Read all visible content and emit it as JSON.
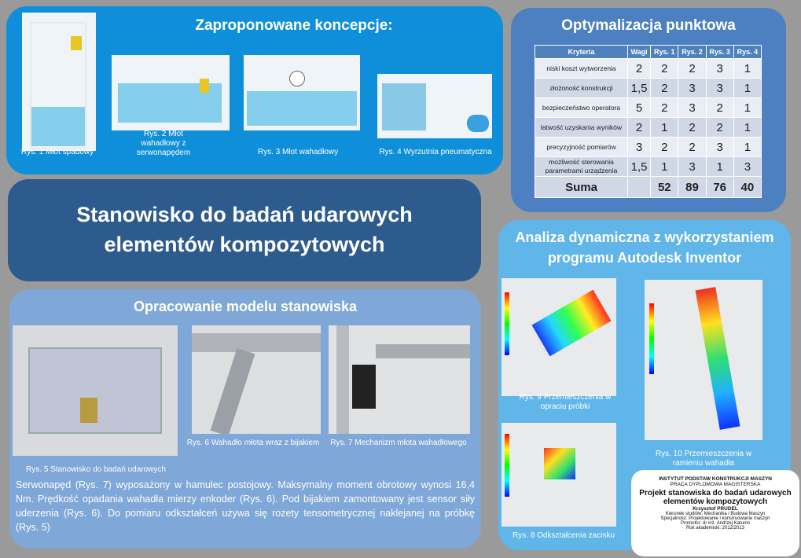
{
  "concepts": {
    "title": "Zaproponowane koncepcje:",
    "captions": [
      "Rys. 1 Młot spadowy",
      "Rys. 2 Młot wahadłowy z serwonapędem",
      "Rys. 3 Młot wahadłowy",
      "Rys. 4 Wyrzutnia pneumatyczna"
    ]
  },
  "optim": {
    "title": "Optymalizacja punktowa",
    "headers": [
      "Kryteria",
      "Wagi",
      "Rys. 1",
      "Rys. 2",
      "Rys. 3",
      "Rys. 4"
    ],
    "rows": [
      [
        "niski koszt wytworzenia",
        "2",
        "2",
        "2",
        "3",
        "1"
      ],
      [
        "złożoność konstrukcji",
        "1,5",
        "2",
        "3",
        "3",
        "1"
      ],
      [
        "bezpieczeństwo operatora",
        "5",
        "2",
        "3",
        "2",
        "1"
      ],
      [
        "łatwość uzyskania wyników",
        "2",
        "1",
        "2",
        "2",
        "1"
      ],
      [
        "precyzyjność pomiarów",
        "3",
        "2",
        "2",
        "3",
        "1"
      ],
      [
        "możliwość sterowania parametrami urządzenia",
        "1,5",
        "1",
        "3",
        "1",
        "3"
      ]
    ],
    "sum": [
      "Suma",
      "",
      "52",
      "89",
      "76",
      "40"
    ]
  },
  "main_title": {
    "line1": "Stanowisko do badań udarowych",
    "line2": "elementów kompozytowych"
  },
  "model": {
    "title": "Opracowanie modelu stanowiska",
    "captions": [
      "Rys. 5 Stanowisko do badań udarowych",
      "Rys. 6 Wahadło młota wraz z bijakiem",
      "Rys. 7 Mechanizm młota wahadłowego"
    ],
    "text": "Serwonapęd (Rys. 7) wyposażony w hamulec postojowy. Maksymalny moment obrotowy wynosi 16,4 Nm. Prędkość opadania wahadła mierzy enkoder (Rys. 6). Pod bijakiem zamontowany jest sensor siły uderzenia (Rys. 6).  Do pomiaru odkształceń używa się rozety tensometrycznej naklejanej na próbkę (Rys. 5)"
  },
  "analysis": {
    "title_line1": "Analiza dynamiczna z wykorzystaniem",
    "title_line2": "programu Autodesk Inventor",
    "captions": [
      "Rys. 9 Przemieszczenia w opraciu próbki",
      "Rys. 10 Przemieszczenia w ramieniu wahadła",
      "Rys. 8 Odkształcenia zacisku"
    ]
  },
  "info": {
    "institute": "INSTYTUT PODSTAW KONSTRUKCJI MASZYN",
    "type": "PRACA DYPLOMOWA MAGISTERSKA",
    "title_line1": "Projekt stanowiska do badań udarowych",
    "title_line2": "elementów kompozytowych",
    "author": "Krzysztof PRUDEL",
    "field": "Kierunek studiów: Mechanika i Budowa Maszyn",
    "spec": "Specjalność: Projektowanie i konstruowanie maszyn",
    "promotor": "Promotor: dr inż. Andrzej Katunin",
    "year": "Rok akademicki: 2012/2013"
  }
}
